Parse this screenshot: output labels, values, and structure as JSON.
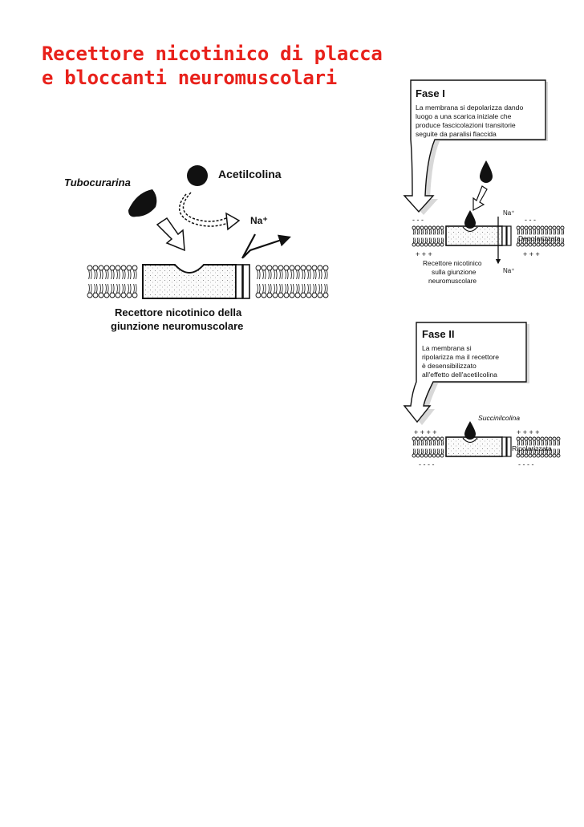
{
  "title": {
    "line1": "Recettore nicotinico di placca",
    "line2": "e bloccanti neuromuscolari"
  },
  "left_diagram": {
    "tubocurarina": "Tubocurarina",
    "acetilcolina": "Acetilcolina",
    "na_plus": "Na⁺",
    "receptor_line1": "Recettore nicotinico della",
    "receptor_line2": "giunzione neuromuscolare"
  },
  "phase1": {
    "heading": "Fase I",
    "text": [
      "La membrana si depolarizza dando",
      "luogo a una scarica iniziale che",
      "produce fascicolazioni transitorie",
      "seguite da paralisi flaccida"
    ],
    "na_top": "Na⁺",
    "na_bottom": "Na⁺",
    "state": "Depolarizzata",
    "minus": "- - -",
    "plus": "+ + +",
    "receptor": [
      "Recettore nicotinico",
      "sulla giunzione",
      "neuromuscolare"
    ]
  },
  "phase2": {
    "heading": "Fase II",
    "text": [
      "La membrana si",
      "ripolarizza ma il recettore",
      "è desensibilizzato",
      "all'effetto dell'acetilcolina"
    ],
    "drug": "Succinilcolina",
    "state": "Ripolarizzata",
    "plus": "+ + + +",
    "minus": "- - - -"
  }
}
